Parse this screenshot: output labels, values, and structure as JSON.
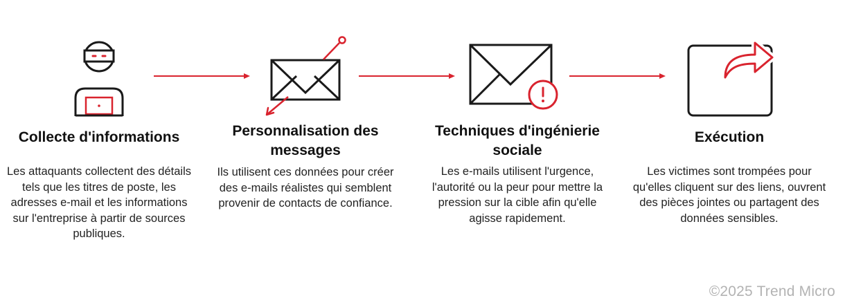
{
  "colors": {
    "accent": "#d9232e",
    "ink": "#1a1a1a",
    "muted": "#b3b3b3"
  },
  "steps": [
    {
      "icon": "hacker-at-laptop-icon",
      "title": "Collecte d'informations",
      "description": "Les attaquants collectent des détails tels que les titres de poste, les adresses e-mail et les informations sur l'entreprise à partir de sources publiques."
    },
    {
      "icon": "targeted-envelope-icon",
      "title": "Personnalisation des messages",
      "description": "Ils utilisent ces données pour créer des e-mails réalistes qui semblent provenir de contacts de confiance."
    },
    {
      "icon": "envelope-alert-icon",
      "title": "Techniques d'ingénierie sociale",
      "description": "Les e-mails utilisent l'urgence, l'autorité ou la peur pour mettre la pression sur la cible afin qu'elle agisse rapidement."
    },
    {
      "icon": "share-out-icon",
      "title": "Exécution",
      "description": "Les victimes sont trompées pour qu'elles cliquent sur des liens, ouvrent des pièces jointes ou partagent des données sensibles."
    }
  ],
  "footer": {
    "copyright": "©2025 Trend Micro"
  }
}
